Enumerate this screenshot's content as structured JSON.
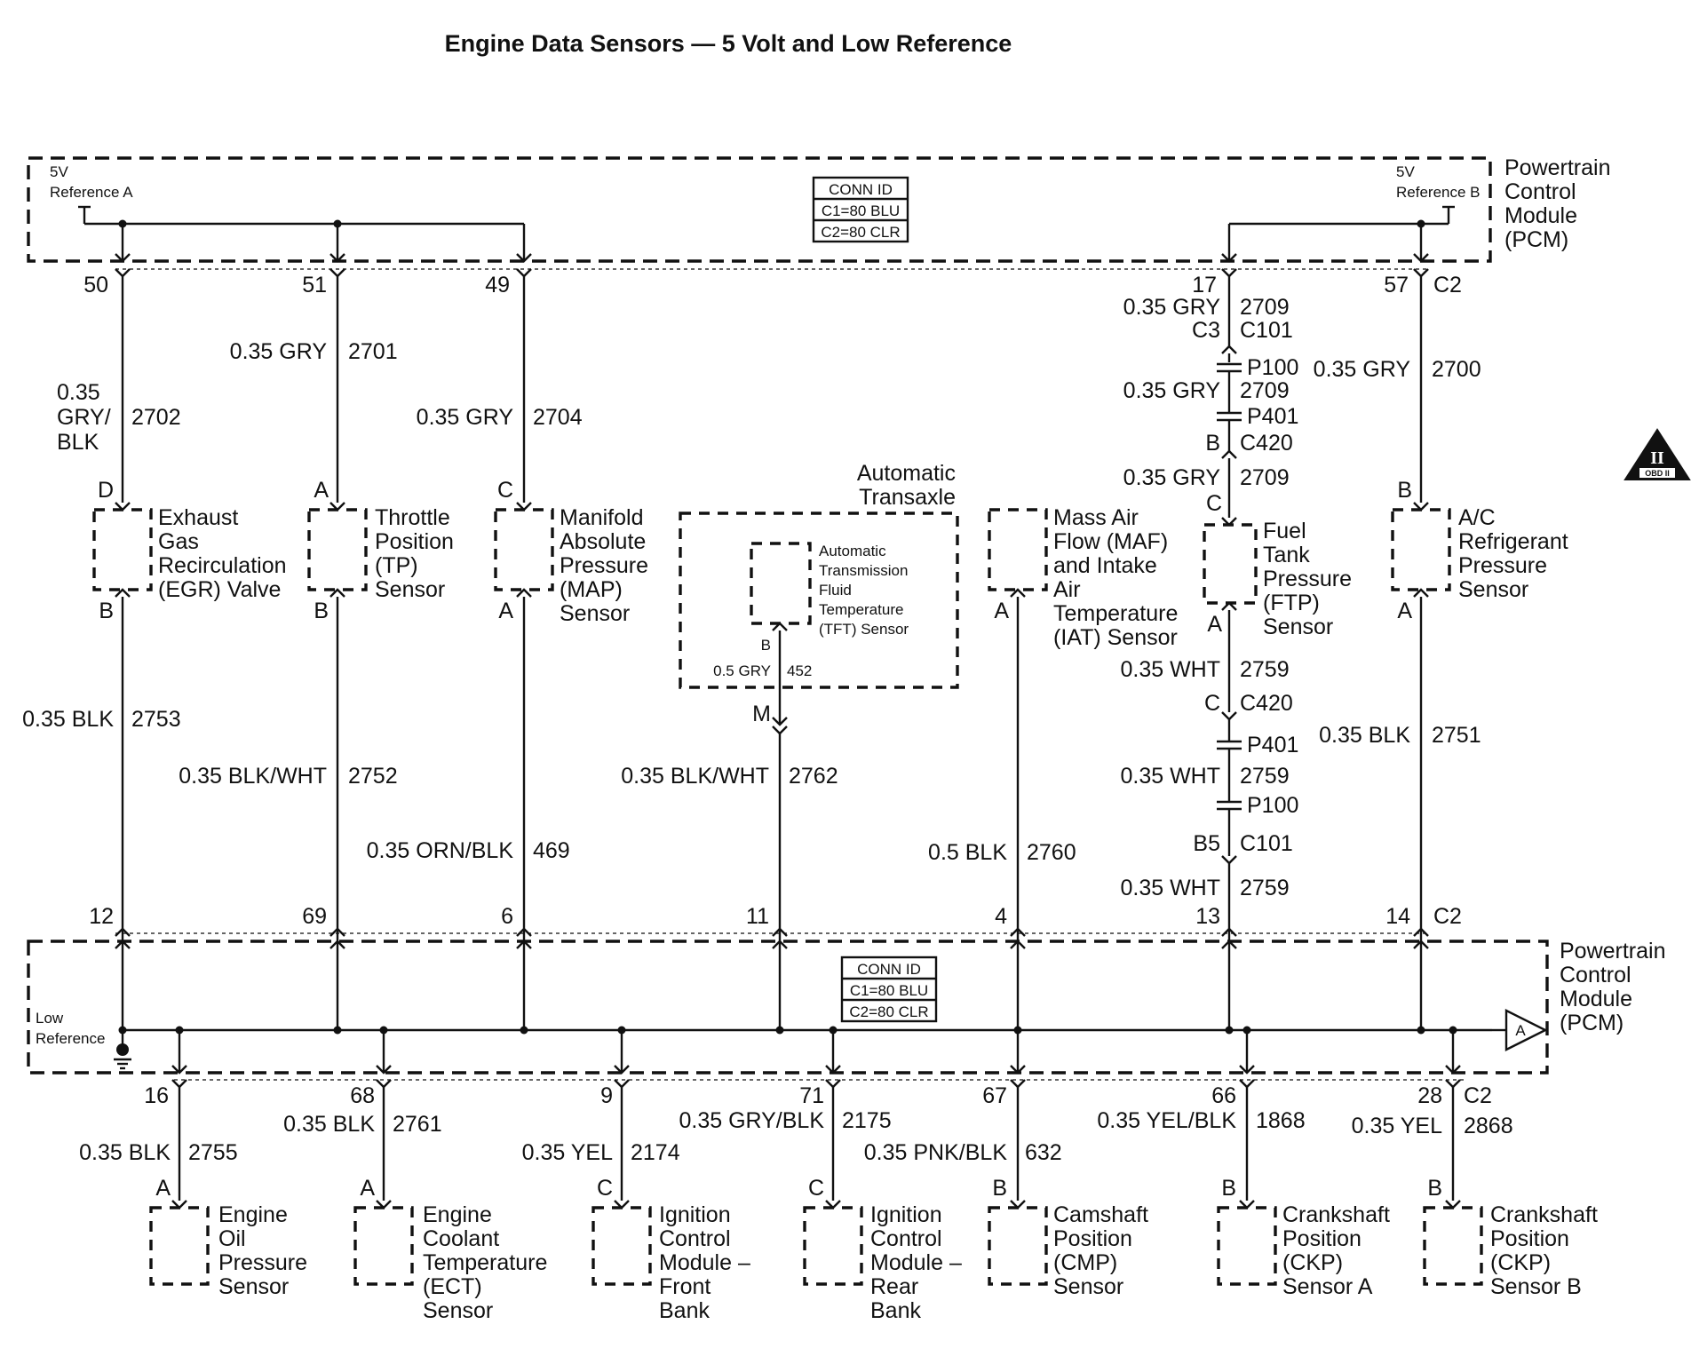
{
  "title": "Engine Data Sensors — 5 Volt and Low Reference",
  "pcm_top": {
    "name_lines": [
      "Powertrain",
      "Control",
      "Module",
      "(PCM)"
    ],
    "ref_a": [
      "5V",
      "Reference A"
    ],
    "ref_b": [
      "5V",
      "Reference B"
    ],
    "conn_id": [
      "CONN ID",
      "C1=80 BLU",
      "C2=80 CLR"
    ]
  },
  "pcm_bottom": {
    "name_lines": [
      "Powertrain",
      "Control",
      "Module",
      "(PCM)"
    ],
    "low_ref": [
      "Low",
      "Reference"
    ],
    "conn_id": [
      "CONN ID",
      "C1=80 BLU",
      "C2=80 CLR"
    ],
    "offpage": "A"
  },
  "obd_badge": {
    "roman": "II",
    "text": "OBD II"
  },
  "trans_box": {
    "label": [
      "Automatic",
      "Transaxle"
    ]
  },
  "top_pins": [
    "50",
    "51",
    "49",
    "17",
    "57",
    "C2"
  ],
  "upper_wires": [
    [
      "0.35",
      "GRY/",
      "BLK",
      "2702"
    ],
    [
      "0.35 GRY",
      "2701"
    ],
    [
      "0.35 GRY",
      "2704"
    ],
    [
      "0.35 GRY",
      "2709",
      "0.35 GRY",
      "2709",
      "0.35 GRY",
      "2709"
    ],
    [
      "0.35 GRY",
      "2700"
    ],
    [
      "0.5 GRY",
      "452"
    ]
  ],
  "ftp_connectors": [
    "C3",
    "C101",
    "P100",
    "P401",
    "B",
    "C420",
    "C",
    "C420",
    "P401",
    "P100",
    "B5",
    "C101"
  ],
  "sensor_terminals_top": [
    "D",
    "A",
    "C",
    "C",
    "B"
  ],
  "sensor_terminals_bottom": [
    "B",
    "B",
    "A",
    "B",
    "A",
    "A",
    "A"
  ],
  "tft_terminal": "M",
  "sensors_upper": [
    {
      "name": [
        "Exhaust",
        "Gas",
        "Recirculation",
        "(EGR) Valve"
      ]
    },
    {
      "name": [
        "Throttle",
        "Position",
        "(TP)",
        "Sensor"
      ]
    },
    {
      "name": [
        "Manifold",
        "Absolute",
        "Pressure",
        "(MAP)",
        "Sensor"
      ]
    },
    {
      "name": [
        "Automatic",
        "Transmission",
        "Fluid",
        "Temperature",
        "(TFT) Sensor"
      ]
    },
    {
      "name": [
        "Mass Air",
        "Flow (MAF)",
        "and Intake",
        "Air",
        "Temperature",
        "(IAT) Sensor"
      ]
    },
    {
      "name": [
        "Fuel",
        "Tank",
        "Pressure",
        "(FTP)",
        "Sensor"
      ]
    },
    {
      "name": [
        "A/C",
        "Refrigerant",
        "Pressure",
        "Sensor"
      ]
    }
  ],
  "lower_wires": [
    [
      "0.35 BLK",
      "2753"
    ],
    [
      "0.35 BLK/WHT",
      "2752"
    ],
    [
      "0.35 ORN/BLK",
      "469"
    ],
    [
      "0.35 BLK/WHT",
      "2762"
    ],
    [
      "0.5 BLK",
      "2760"
    ],
    [
      "0.35 WHT",
      "2759",
      "0.35 WHT",
      "2759",
      "0.35 WHT",
      "2759"
    ],
    [
      "0.35 BLK",
      "2751"
    ]
  ],
  "mid_pins": [
    "12",
    "69",
    "6",
    "11",
    "4",
    "13",
    "14",
    "C2"
  ],
  "bottom_pins": [
    "16",
    "68",
    "9",
    "71",
    "67",
    "66",
    "28",
    "C2"
  ],
  "bottom_wires": [
    [
      "0.35 BLK",
      "2755"
    ],
    [
      "0.35 BLK",
      "2761"
    ],
    [
      "0.35 YEL",
      "2174"
    ],
    [
      "0.35 GRY/BLK",
      "2175"
    ],
    [
      "0.35 PNK/BLK",
      "632"
    ],
    [
      "0.35 YEL/BLK",
      "1868"
    ],
    [
      "0.35 YEL",
      "2868"
    ]
  ],
  "bottom_terminals": [
    "A",
    "A",
    "C",
    "C",
    "B",
    "B",
    "B"
  ],
  "sensors_bottom": [
    {
      "name": [
        "Engine",
        "Oil",
        "Pressure",
        "Sensor"
      ]
    },
    {
      "name": [
        "Engine",
        "Coolant",
        "Temperature",
        "(ECT)",
        "Sensor"
      ]
    },
    {
      "name": [
        "Ignition",
        "Control",
        "Module –",
        "Front",
        "Bank"
      ]
    },
    {
      "name": [
        "Ignition",
        "Control",
        "Module –",
        "Rear",
        "Bank"
      ]
    },
    {
      "name": [
        "Camshaft",
        "Position",
        "(CMP)",
        "Sensor"
      ]
    },
    {
      "name": [
        "Crankshaft",
        "Position",
        "(CKP)",
        "Sensor A"
      ]
    },
    {
      "name": [
        "Crankshaft",
        "Position",
        "(CKP)",
        "Sensor B"
      ]
    }
  ]
}
